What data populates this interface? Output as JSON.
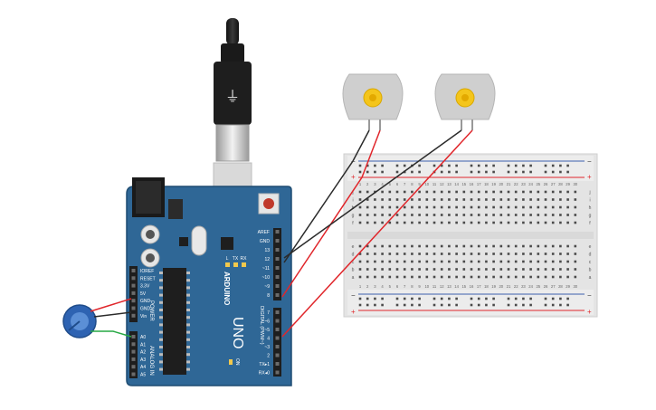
{
  "arduino": {
    "logo_text": "ARDUINO",
    "model_text": "UNO",
    "on_label": "ON",
    "tx_label": "TX",
    "rx_label": "RX",
    "l_label": "L",
    "power_header_label": "POWER",
    "analog_header_label": "ANALOG IN",
    "digital_header_label": "DIGITAL (PWM~)",
    "power_pins": [
      "IOREF",
      "RESET",
      "3.3V",
      "5V",
      "GND",
      "GND",
      "Vin"
    ],
    "analog_pins": [
      "A0",
      "A1",
      "A2",
      "A3",
      "A4",
      "A5"
    ],
    "digital_pins_top": [
      "AREF",
      "GND",
      "13",
      "12",
      "~11",
      "~10",
      "~9",
      "8"
    ],
    "digital_pins_bottom": [
      "7",
      "~6",
      "~5",
      "4",
      "~3",
      "2",
      "TX▸1",
      "RX◂0"
    ]
  },
  "breadboard": {
    "row_letters_top": [
      "j",
      "i",
      "h",
      "g",
      "f"
    ],
    "row_letters_bottom": [
      "e",
      "d",
      "c",
      "b",
      "a"
    ],
    "column_numbers": [
      "1",
      "2",
      "3",
      "4",
      "5",
      "6",
      "7",
      "8",
      "9",
      "10",
      "11",
      "12",
      "13",
      "14",
      "15",
      "16",
      "17",
      "18",
      "19",
      "20",
      "21",
      "22",
      "23",
      "24",
      "25",
      "26",
      "27",
      "28",
      "29",
      "30"
    ],
    "rail_minus": "−",
    "rail_plus": "+"
  },
  "colors": {
    "board_blue": "#2f6796",
    "board_dark": "#1f4c72",
    "wire_red": "#e0262b",
    "wire_black": "#2b2b2b",
    "wire_green": "#27a844",
    "rail_red": "#e0262b",
    "rail_blue": "#3b5fae",
    "breadboard_body": "#e8e8e8",
    "motor_body": "#cfcfcf",
    "gear_yellow": "#f4c51b",
    "pot_blue": "#2e63b2"
  },
  "components": {
    "usb_cable": "usb-b-cable",
    "motors": [
      "dc-motor-1",
      "dc-motor-2"
    ],
    "potentiometer": "potentiometer"
  }
}
